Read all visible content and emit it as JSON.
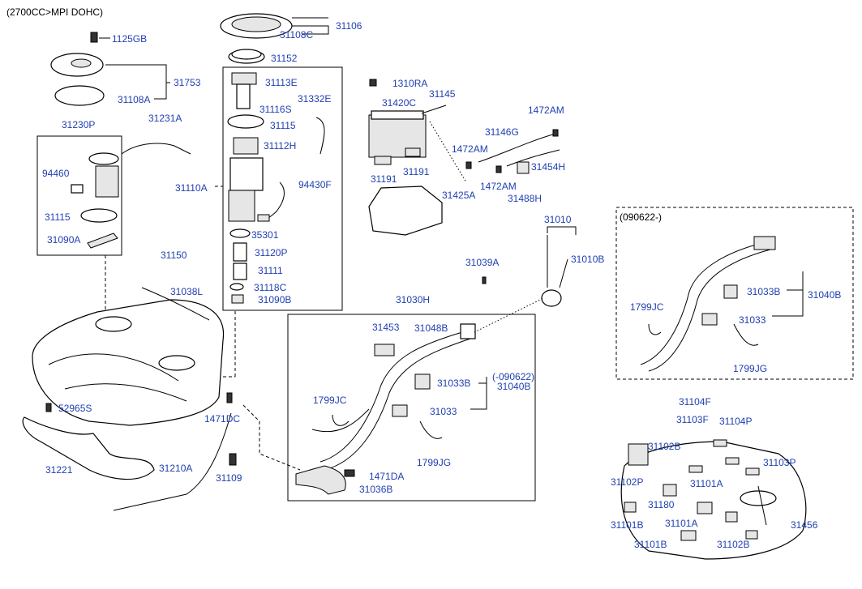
{
  "header": {
    "engine_note": "(2700CC>MPI DOHC)"
  },
  "labels": {
    "p31106": "31106",
    "p31108C": "31108C",
    "p31152": "31152",
    "p1125GB": "1125GB",
    "p31753": "31753",
    "p31108A": "31108A",
    "p31113E": "31113E",
    "p31116S": "31116S",
    "p31332E": "31332E",
    "p31115a": "31115",
    "p31112H": "31112H",
    "p31230P": "31230P",
    "p31231A": "31231A",
    "p94460": "94460",
    "p31115b": "31115",
    "p31090A": "31090A",
    "p31110A": "31110A",
    "p94430F": "94430F",
    "p35301": "35301",
    "p31120P": "31120P",
    "p31111": "31111",
    "p31118C": "31118C",
    "p31090B": "31090B",
    "p31150": "31150",
    "p31038L": "31038L",
    "p1310RA": "1310RA",
    "p31145": "31145",
    "p31420C": "31420C",
    "p1472AM_a": "1472AM",
    "p31146G": "31146G",
    "p1472AM_b": "1472AM",
    "p31191a": "31191",
    "p31191b": "31191",
    "p31454H": "31454H",
    "p1472AM_c": "1472AM",
    "p31425A": "31425A",
    "p31488H": "31488H",
    "p31010": "31010",
    "p31039A": "31039A",
    "p31010B": "31010B",
    "p31030H": "31030H",
    "p31453": "31453",
    "p31048B": "31048B",
    "p090622a": "(-090622)",
    "p31033B_a": "31033B",
    "p31040B_a": "31040B",
    "p1799JC_a": "1799JC",
    "p31033_a": "31033",
    "p1799JG_a": "1799JG",
    "p1471DA": "1471DA",
    "p31036B": "31036B",
    "p52965S": "52965S",
    "p1471DC": "1471DC",
    "p31221": "31221",
    "p31210A": "31210A",
    "p31109": "31109",
    "p090622b": "(090622-)",
    "p31033B_b": "31033B",
    "p31040B_b": "31040B",
    "p1799JC_b": "1799JC",
    "p31033_b": "31033",
    "p1799JG_b": "1799JG",
    "p31104F": "31104F",
    "p31103F": "31103F",
    "p31104P": "31104P",
    "p31102B_a": "31102B",
    "p31103P": "31103P",
    "p31102P": "31102P",
    "p31101A_a": "31101A",
    "p31180": "31180",
    "p31456": "31456",
    "p31101B_a": "31101B",
    "p31101A_b": "31101A",
    "p31101B_b": "31101B",
    "p31102B_b": "31102B"
  }
}
